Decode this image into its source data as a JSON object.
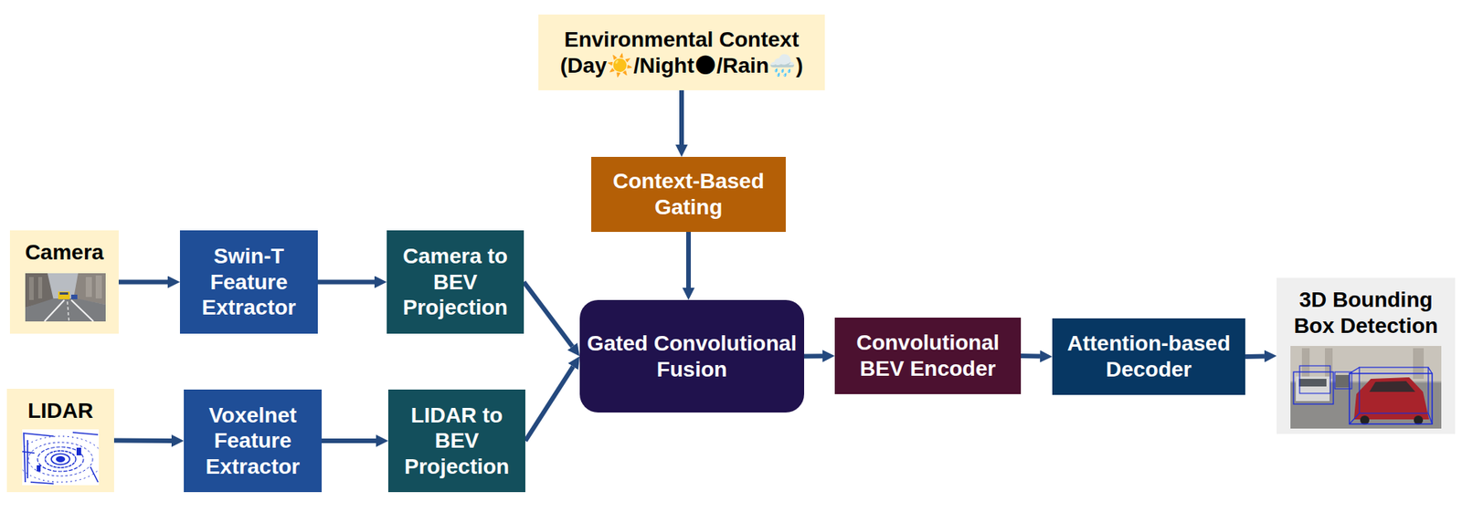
{
  "diagram": {
    "nodes": [
      {
        "text": [
          "Environmental Context (Day☀️/Night🌑/Rain🌧️)"
        ]
      },
      {
        "text": [
          "Context-Based Gating"
        ]
      },
      {
        "text": [
          "Camera"
        ]
      },
      {
        "text": [
          "Swin-T Feature Extractor"
        ]
      },
      {
        "text": [
          "Camera to BEV Projection"
        ]
      },
      {
        "text": [
          "LIDAR"
        ]
      },
      {
        "text": [
          "Voxelnet Feature Extractor"
        ]
      },
      {
        "text": [
          "LIDAR to BEV Projection"
        ]
      },
      {
        "text": [
          "Gated Convolutional Fusion"
        ]
      },
      {
        "text": [
          "Convolutional BEV Encoder"
        ]
      },
      {
        "text": [
          "Attention-based Decoder"
        ]
      },
      {
        "text": [
          "3D Bounding Box Detection"
        ]
      }
    ],
    "edges": [
      {
        "from": 0,
        "to": 1,
        "arrow": "to"
      },
      {
        "from": 1,
        "to": 8,
        "arrow": "to"
      },
      {
        "from": 2,
        "to": 3,
        "arrow": "to"
      },
      {
        "from": 3,
        "to": 4,
        "arrow": "to"
      },
      {
        "from": 4,
        "to": 8,
        "arrow": "to"
      },
      {
        "from": 5,
        "to": 6,
        "arrow": "to"
      },
      {
        "from": 6,
        "to": 7,
        "arrow": "to"
      },
      {
        "from": 7,
        "to": 8,
        "arrow": "to"
      },
      {
        "from": 8,
        "to": 9,
        "arrow": "to"
      },
      {
        "from": 9,
        "to": 10,
        "arrow": "to"
      },
      {
        "from": 10,
        "to": 11,
        "arrow": "to"
      }
    ]
  }
}
